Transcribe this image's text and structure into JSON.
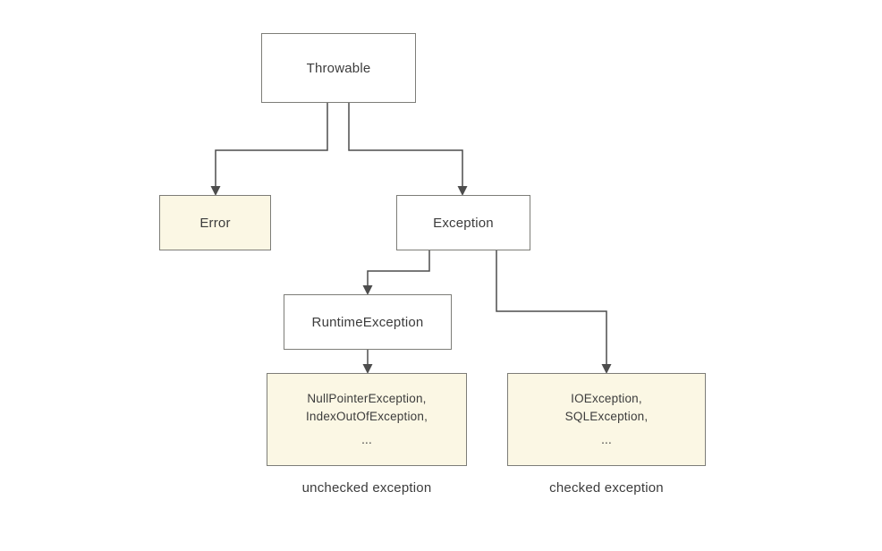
{
  "nodes": {
    "throwable": {
      "label": "Throwable"
    },
    "error": {
      "label": "Error"
    },
    "exception": {
      "label": "Exception"
    },
    "runtime_exception": {
      "label": "RuntimeException"
    },
    "unchecked_examples": {
      "lines": [
        "NullPointerException,",
        "IndexOutOfException,",
        "..."
      ]
    },
    "checked_examples": {
      "lines": [
        "IOException,",
        "SQLException,",
        "..."
      ]
    }
  },
  "captions": {
    "unchecked": "unchecked exception",
    "checked": "checked exception"
  },
  "colors": {
    "highlight_fill": "#fbf7e4",
    "node_fill": "#ffffff",
    "node_border": "#7d7d78",
    "connector": "#4d4d4d",
    "text": "#3c3c3c"
  }
}
